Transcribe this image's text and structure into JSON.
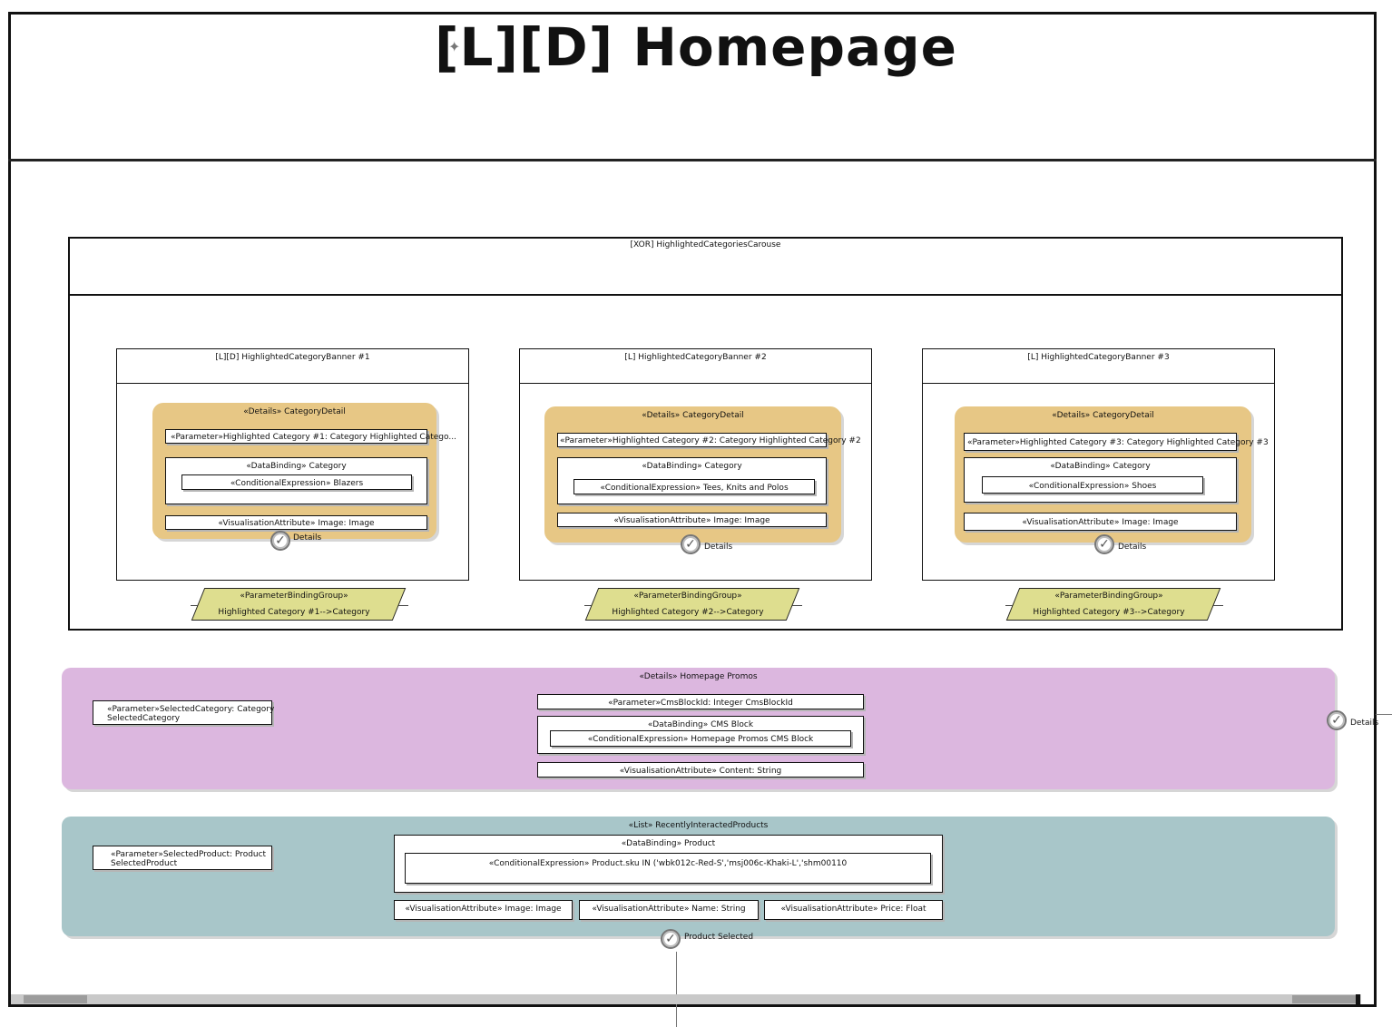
{
  "diagram": {
    "title": "[L][D] Homepage",
    "carousel": {
      "label": "[XOR] HighlightedCategoriesCarouse",
      "banners": [
        {
          "title": "[L][D] HighlightedCategoryBanner #1",
          "details_label": "«Details» CategoryDetail",
          "parameter": "«Parameter»Highlighted Category #1: Category Highlighted Catego...",
          "databinding": "«DataBinding»  Category",
          "conditional": "«ConditionalExpression»  Blazers",
          "visualisation": "«VisualisationAttribute»  Image: Image",
          "event": "Details",
          "pbg_stereotype": "«ParameterBindingGroup»",
          "pbg_text": "Highlighted Category #1-->Category"
        },
        {
          "title": "[L] HighlightedCategoryBanner #2",
          "details_label": "«Details» CategoryDetail",
          "parameter": "«Parameter»Highlighted Category #2: Category Highlighted Category #2",
          "databinding": "«DataBinding»  Category",
          "conditional": "«ConditionalExpression»  Tees, Knits and Polos",
          "visualisation": "«VisualisationAttribute»  Image: Image",
          "event": "Details",
          "pbg_stereotype": "«ParameterBindingGroup»",
          "pbg_text": "Highlighted Category #2-->Category"
        },
        {
          "title": "[L] HighlightedCategoryBanner #3",
          "details_label": "«Details» CategoryDetail",
          "parameter": "«Parameter»Highlighted Category #3: Category Highlighted Category #3",
          "databinding": "«DataBinding»  Category",
          "conditional": "«ConditionalExpression»  Shoes",
          "visualisation": "«VisualisationAttribute»  Image: Image",
          "event": "Details",
          "pbg_stereotype": "«ParameterBindingGroup»",
          "pbg_text": "Highlighted Category #3-->Category"
        }
      ]
    },
    "promos": {
      "label": "«Details» Homepage Promos",
      "parameter_line1": "«Parameter»SelectedCategory: Category",
      "parameter_line2": "SelectedCategory",
      "cms_parameter": "«Parameter»CmsBlockId: Integer CmsBlockId",
      "databinding": "«DataBinding»  CMS Block",
      "conditional": "«ConditionalExpression»  Homepage Promos CMS Block",
      "visualisation": "«VisualisationAttribute»  Content: String",
      "event": "Details"
    },
    "recent": {
      "label": "«List» RecentlyInteractedProducts",
      "parameter_line1": "«Parameter»SelectedProduct: Product",
      "parameter_line2": "SelectedProduct",
      "databinding": "«DataBinding»  Product",
      "conditional": "«ConditionalExpression»  Product.sku IN ('wbk012c-Red-S','msj006c-Khaki-L','shm00110",
      "vis_image": "«VisualisationAttribute»  Image: Image",
      "vis_name": "«VisualisationAttribute»  Name: String",
      "vis_price": "«VisualisationAttribute»  Price: Float",
      "event": "Product Selected"
    }
  }
}
